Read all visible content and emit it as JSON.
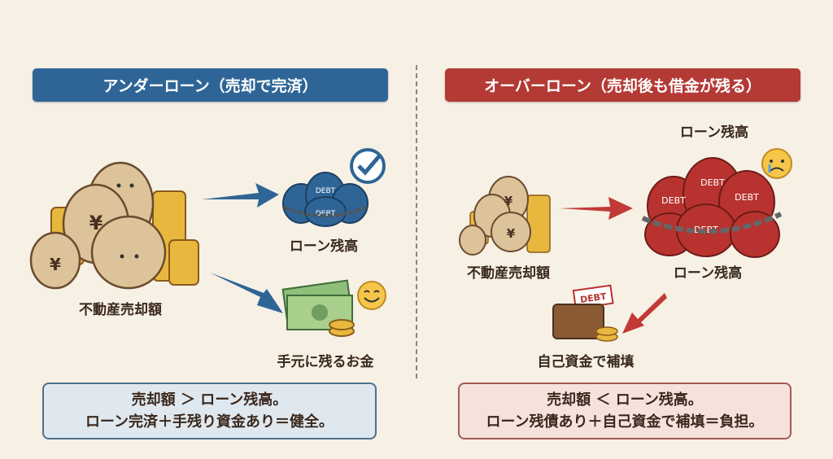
{
  "left": {
    "header": "アンダーローン（売却で完済）",
    "sale_label": "不動産売却額",
    "loan_label": "ローン残高",
    "cash_label": "手元に残るお金",
    "summary_line1": "売却額 ＞ ローン残高。",
    "summary_line2": "ローン完済＋手残り資金あり＝健全。",
    "accent": "#2f6596"
  },
  "right": {
    "header": "オーバーローン（売却後も借金が残る）",
    "sale_label": "不動産売却額",
    "loan_label_top": "ローン残高",
    "loan_label": "ローン残高",
    "fill_label": "自己資金で補填",
    "summary_line1": "売却額 ＜ ローン残高。",
    "summary_line2": "ローン残債あり＋自己資金で補填＝負担。",
    "accent": "#b43a35"
  },
  "icons": {
    "bag_text": "DEBT",
    "yen": "¥"
  }
}
